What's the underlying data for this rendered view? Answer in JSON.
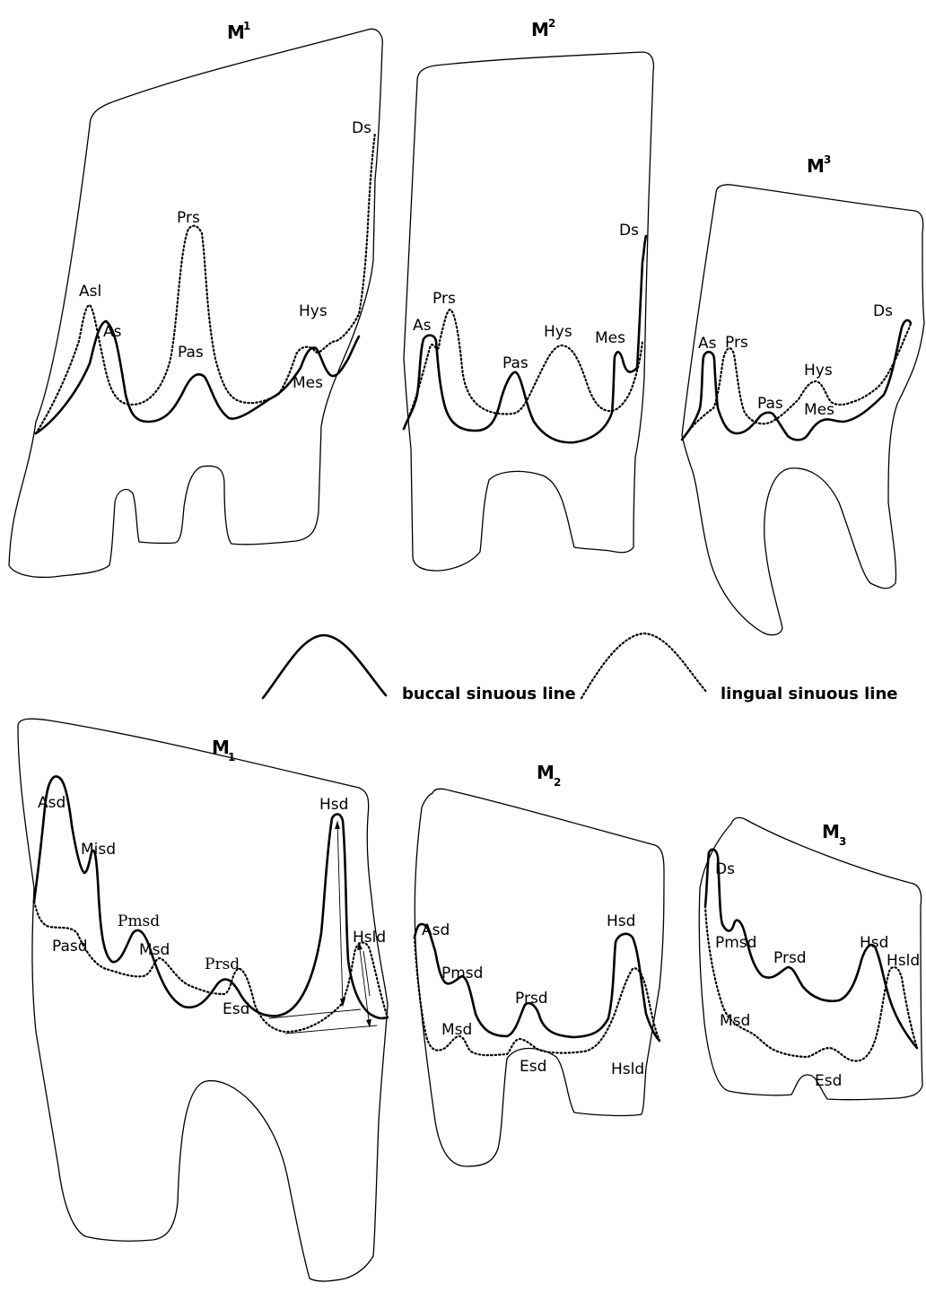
{
  "teeth": {
    "M1u": {
      "title_base": "M",
      "title_index": "1",
      "labels": {
        "asl": "Asl",
        "as": "As",
        "prs": "Prs",
        "pas": "Pas",
        "hys": "Hys",
        "mes": "Mes",
        "ds": "Ds"
      }
    },
    "M2u": {
      "title_base": "M",
      "title_index": "2",
      "labels": {
        "as": "As",
        "prs": "Prs",
        "pas": "Pas",
        "hys": "Hys",
        "mes": "Mes",
        "ds": "Ds"
      }
    },
    "M3u": {
      "title_base": "M",
      "title_index": "3",
      "labels": {
        "as": "As",
        "prs": "Prs",
        "pas": "Pas",
        "hys": "Hys",
        "mes": "Mes",
        "ds": "Ds"
      }
    },
    "M1l": {
      "title_base": "M",
      "title_index": "1",
      "labels": {
        "asd": "Asd",
        "misd": "Misd",
        "pmsd": "Pmsd",
        "pasd": "Pasd",
        "prsd": "Prsd",
        "msd": "Msd",
        "esd": "Esd",
        "hsd": "Hsd",
        "hsld": "Hsld"
      }
    },
    "M2l": {
      "title_base": "M",
      "title_index": "2",
      "labels": {
        "asd": "Asd",
        "pmsd": "Pmsd",
        "prsd": "Prsd",
        "msd": "Msd",
        "esd": "Esd",
        "hsd": "Hsd",
        "hsld": "Hsld"
      }
    },
    "M3l": {
      "title_base": "M",
      "title_index": "3",
      "labels": {
        "ds": "Ds",
        "pmsd": "Pmsd",
        "prsd": "Prsd",
        "msd": "Msd",
        "esd": "Esd",
        "hsd": "Hsd",
        "hsld": "Hsld"
      }
    }
  },
  "legend": {
    "buccal": "buccal sinuous line",
    "lingual": "lingual sinuous line"
  }
}
